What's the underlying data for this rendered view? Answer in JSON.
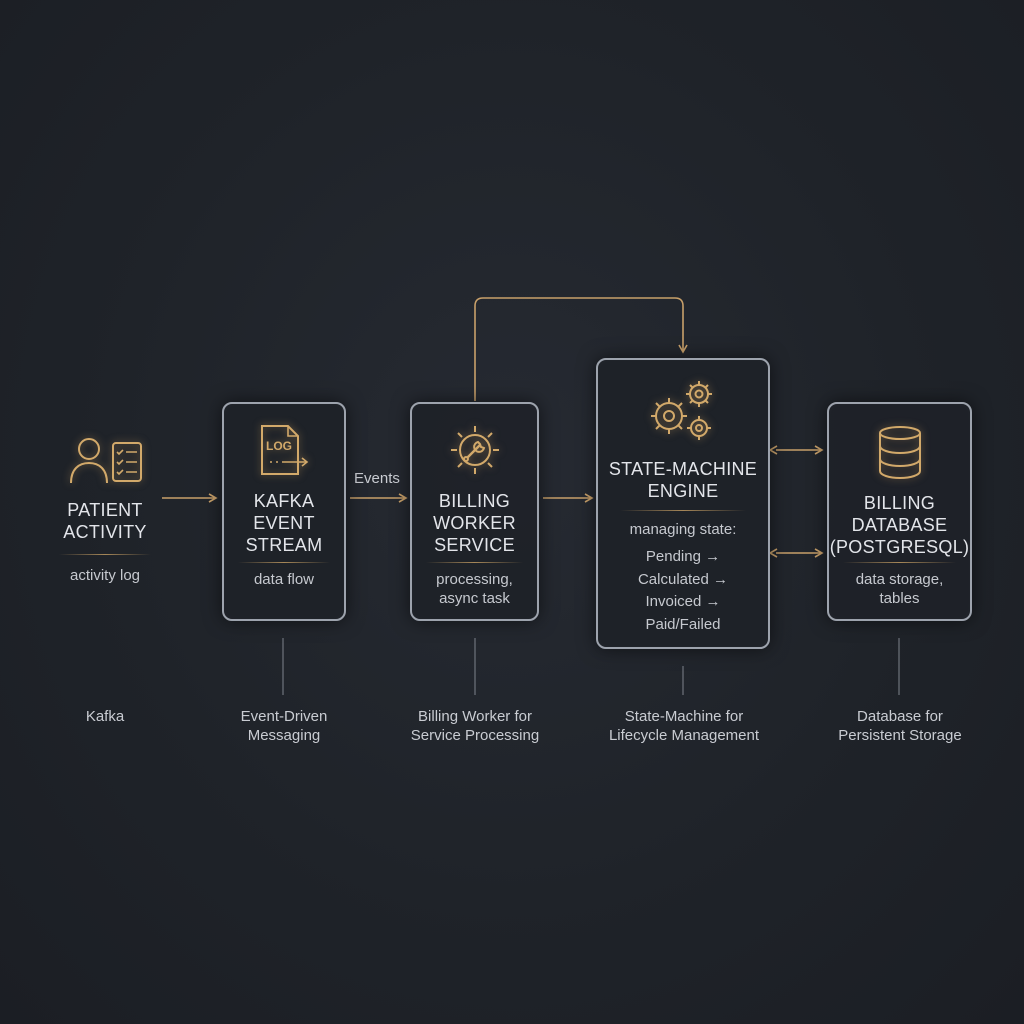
{
  "colors": {
    "background": "#1f2329",
    "box_border": "#9da3ad",
    "accent_gold": "#c8a06a",
    "text": "#e3e5ea"
  },
  "nodes": {
    "patient_activity": {
      "icon": "user-checklist-icon",
      "title": "PATIENT\nACTIVITY",
      "subtitle": "activity log"
    },
    "kafka_stream": {
      "icon": "log-document-icon",
      "icon_text": "LOG",
      "title": "KAFKA\nEVENT\nSTREAM",
      "subtitle": "data flow"
    },
    "billing_worker": {
      "icon": "gear-wrench-icon",
      "title": "BILLING\nWORKER\nSERVICE",
      "subtitle": "processing,\nasync task"
    },
    "state_machine": {
      "icon": "gears-icon",
      "title": "STATE-MACHINE\nENGINE",
      "subtitle": "managing state:",
      "states": [
        "Pending →",
        "Calculated →",
        "Invoiced →",
        "Paid/Failed"
      ]
    },
    "billing_db": {
      "icon": "database-icon",
      "title": "BILLING\nDATABASE\n(POSTGRESQL)",
      "subtitle": "data storage,\ntables"
    }
  },
  "edges": {
    "events_label": "Events"
  },
  "captions": {
    "kafka": "Kafka",
    "messaging": "Event-Driven\nMessaging",
    "worker": "Billing Worker for\nService Processing",
    "lifecycle": "State-Machine for\nLifecycle Management",
    "storage": "Database for\nPersistent Storage"
  }
}
